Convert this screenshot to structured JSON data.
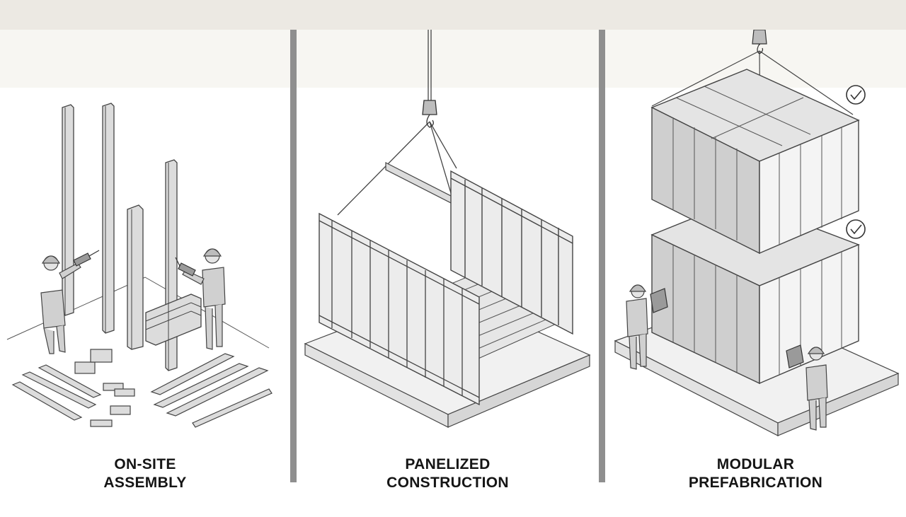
{
  "panels": [
    {
      "id": "on-site",
      "line1": "ON-SITE",
      "line2": "ASSEMBLY"
    },
    {
      "id": "panelized",
      "line1": "PANELIZED",
      "line2": "CONSTRUCTION"
    },
    {
      "id": "modular",
      "line1": "MODULAR",
      "line2": "PREFABRICATION"
    }
  ],
  "icons": [
    "drill-icon",
    "crane-hook-icon",
    "checkmark-icon",
    "tablet-icon",
    "hard-hat-icon"
  ],
  "colors": {
    "divider": "#8f8f8f",
    "wall": "#f7f6f2",
    "top": "#ece9e3",
    "line": "#4a4a4a",
    "fill": "#d8d8d8"
  }
}
